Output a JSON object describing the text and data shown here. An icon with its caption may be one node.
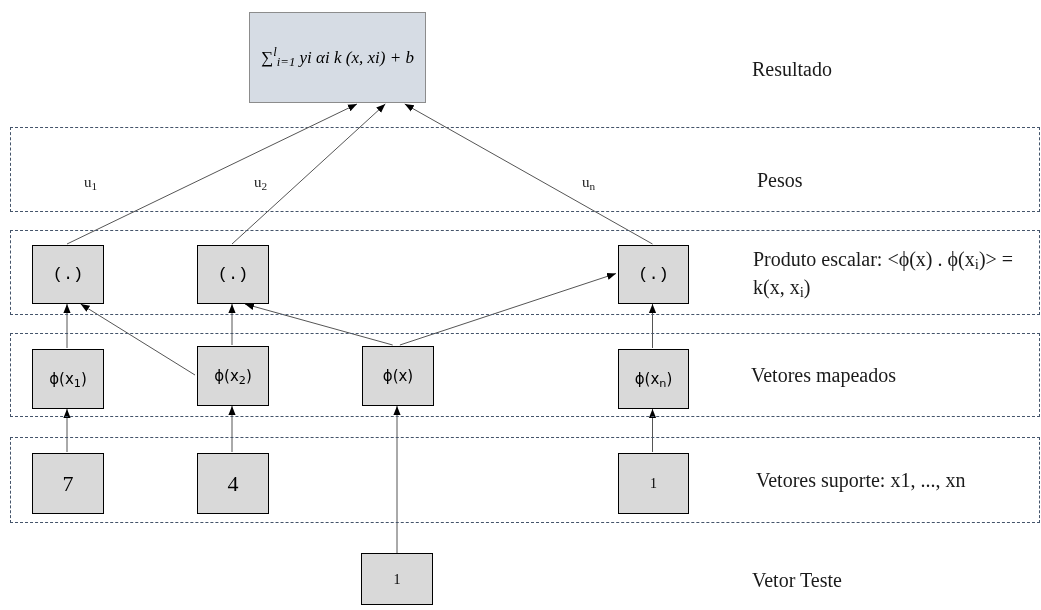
{
  "diagram": {
    "nodes": [
      {
        "text": [
          "∑$^{l}$$_{i=1}$ yi αi k (x, xi) + b"
        ]
      },
      {
        "text": [
          "Produto escalar: <ϕ(x) . ϕ(x$_{i}$)> = k(x, x$_{i}$)"
        ]
      },
      {
        "text": [
          "(.)"
        ],
        "in": 1
      },
      {
        "text": [
          "(.)"
        ],
        "in": 1
      },
      {
        "text": [
          "(.)"
        ],
        "in": 1
      },
      {
        "text": [
          "Vetores mapeados"
        ]
      },
      {
        "text": [
          "ϕ(x$_{1}$)"
        ],
        "in": 5
      },
      {
        "text": [
          "ϕ(x$_{2}$)"
        ],
        "in": 5
      },
      {
        "text": [
          "ϕ(x)"
        ],
        "in": 5
      },
      {
        "text": [
          "ϕ(x$_{n}$)"
        ],
        "in": 5
      },
      {
        "text": [
          "Vetores suporte: x1, ..., xn"
        ]
      },
      {
        "text": [
          "7"
        ],
        "in": 10
      },
      {
        "text": [
          "4"
        ],
        "in": 10
      },
      {
        "text": [
          "1"
        ],
        "in": 10
      },
      {
        "text": [
          "1"
        ]
      }
    ],
    "edges": [
      {
        "from": 2,
        "to": 0,
        "arrow": "to",
        "label": "u$_{1}$"
      },
      {
        "from": 3,
        "to": 0,
        "arrow": "to",
        "label": "u$_{2}$"
      },
      {
        "from": 4,
        "to": 0,
        "arrow": "to",
        "label": "u$_{n}$"
      },
      {
        "from": 6,
        "to": 2,
        "arrow": "to"
      },
      {
        "from": 7,
        "to": 3,
        "arrow": "to"
      },
      {
        "from": 7,
        "to": 2,
        "arrow": "to"
      },
      {
        "from": 8,
        "to": 3,
        "arrow": "to"
      },
      {
        "from": 8,
        "to": 4,
        "arrow": "to"
      },
      {
        "from": 9,
        "to": 4,
        "arrow": "to"
      },
      {
        "from": 11,
        "to": 6,
        "arrow": "to"
      },
      {
        "from": 12,
        "to": 7,
        "arrow": "to"
      },
      {
        "from": 13,
        "to": 9,
        "arrow": "to"
      },
      {
        "from": 14,
        "to": 8,
        "arrow": "to"
      }
    ],
    "labels": [
      "Resultado",
      "Pesos",
      "Vetor Teste"
    ]
  }
}
